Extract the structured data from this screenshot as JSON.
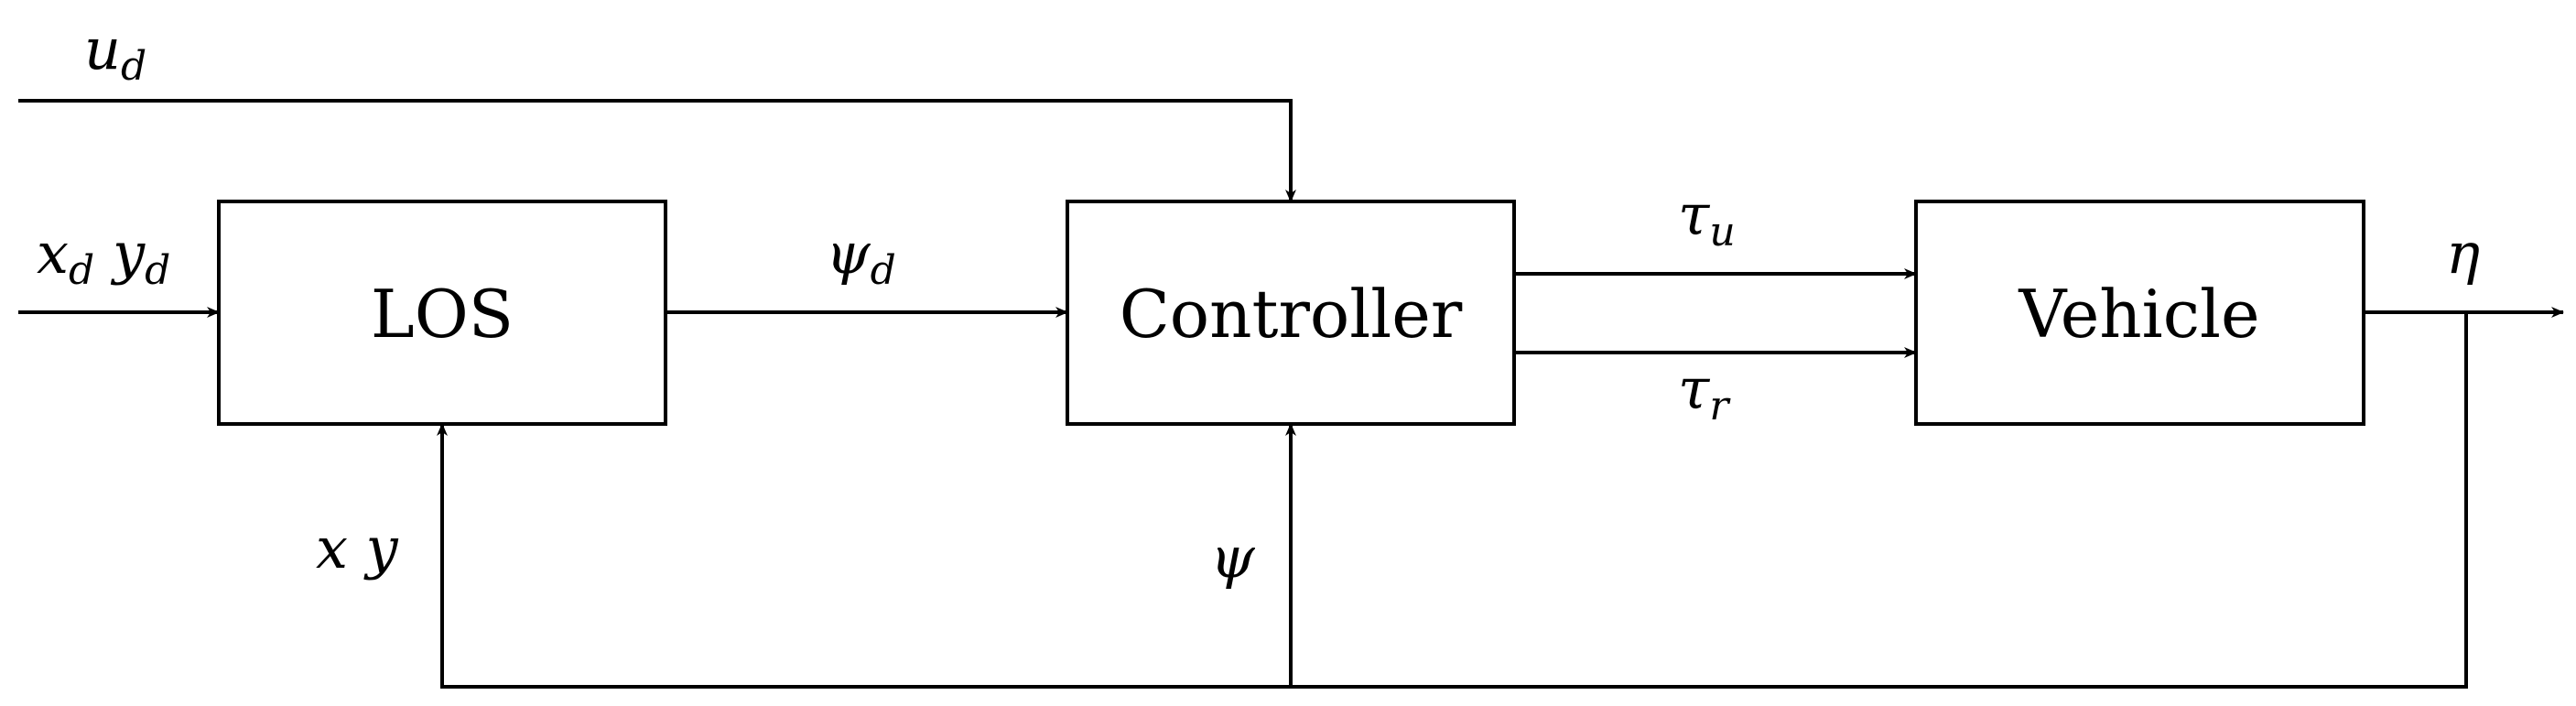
{
  "blocks": {
    "los": "LOS",
    "controller": "Controller",
    "vehicle": "Vehicle"
  },
  "signals": {
    "speed_ref": {
      "base": "u",
      "sub": "d"
    },
    "pos_ref": {
      "x": "x",
      "x_sub": "d",
      "y": "y",
      "y_sub": "d"
    },
    "heading_ref": {
      "base": "ψ",
      "sub": "d"
    },
    "surge_force": {
      "base": "τ",
      "sub": "u"
    },
    "yaw_moment": {
      "base": "τ",
      "sub": "r"
    },
    "output": "η",
    "pos_feedback": "x y",
    "heading_feedback": "ψ"
  }
}
